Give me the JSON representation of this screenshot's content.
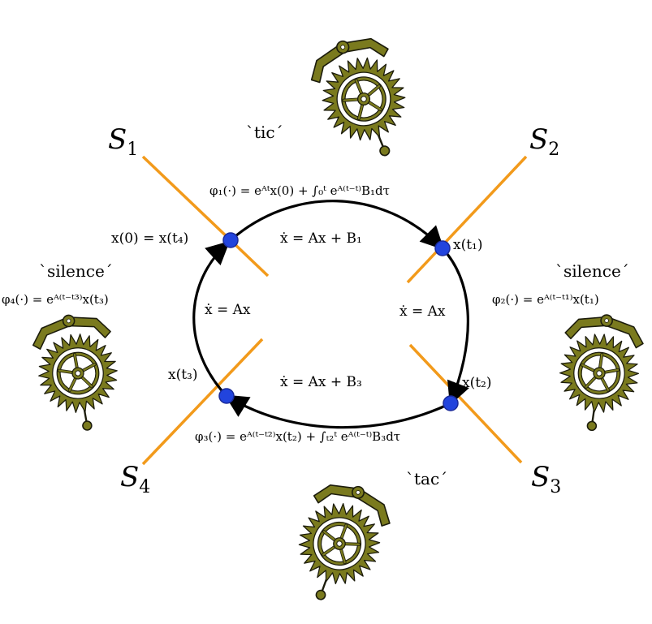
{
  "colors": {
    "section_line": "#f29a1b",
    "point": "#2244dd",
    "point_stroke": "#1a2a99",
    "escapement": "#7a7a1e",
    "escapement_stroke": "#1c1c0c",
    "arrow": "#000000"
  },
  "surfaces": [
    {
      "name": "S",
      "sub": "1"
    },
    {
      "name": "S",
      "sub": "2"
    },
    {
      "name": "S",
      "sub": "3"
    },
    {
      "name": "S",
      "sub": "4"
    }
  ],
  "phases": {
    "tic": "`tic´",
    "tac": "`tac´",
    "silence_left": "`silence´",
    "silence_right": "`silence´"
  },
  "points": {
    "p0": "x(0) = x(t₄)",
    "p1": "x(t₁)",
    "p2": "x(t₂)",
    "p3": "x(t₃)"
  },
  "dynamics": {
    "top": "ẋ = Ax + B₁",
    "right": "ẋ = Ax",
    "bottom": "ẋ = Ax + B₃",
    "left": "ẋ = Ax"
  },
  "flows": {
    "phi1": "φ₁(·) = eᴬᵗx(0) + ∫₀ᵗ eᴬ⁽ᵗ⁻ᵗ⁾B₁dτ",
    "phi2": "φ₂(·) = eᴬ⁽ᵗ⁻ᵗ¹⁾x(t₁)",
    "phi3": "φ₃(·) = eᴬ⁽ᵗ⁻ᵗ²⁾x(t₂) + ∫ₜ₂ᵗ eᴬ⁽ᵗ⁻ᵗ⁾B₃dτ",
    "phi4": "φ₄(·) = eᴬ⁽ᵗ⁻ᵗ³⁾x(t₃)"
  },
  "icons": [
    "escapement-top-icon",
    "escapement-right-icon",
    "escapement-bottom-icon",
    "escapement-left-icon"
  ]
}
